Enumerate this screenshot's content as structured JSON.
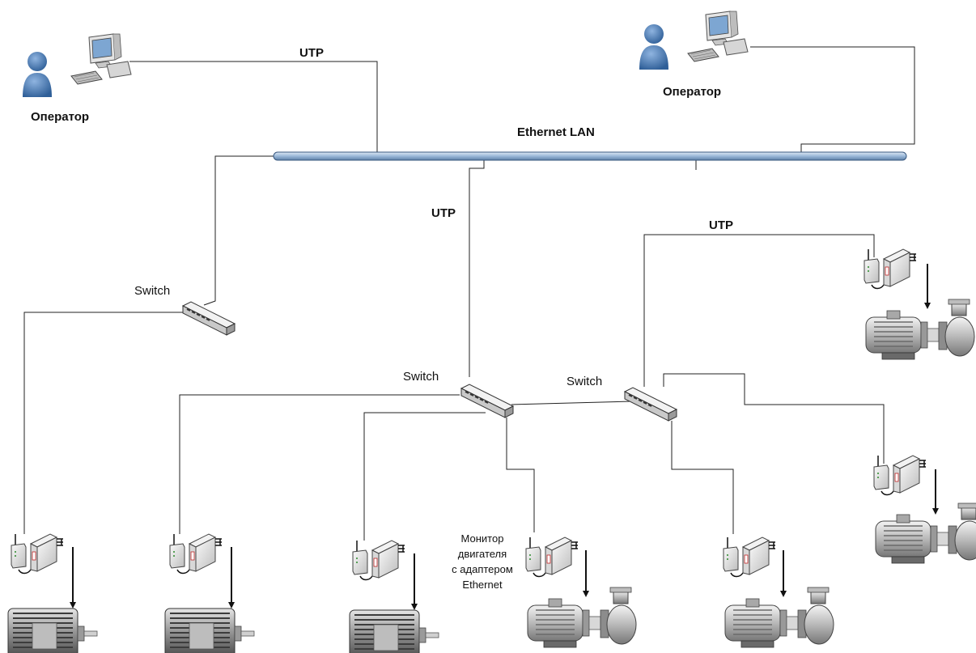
{
  "labels": {
    "utp_top": "UTP",
    "utp_mid": "UTP",
    "utp_right": "UTP",
    "ethernet_lan": "Ethernet LAN",
    "operator_left": "Оператор",
    "operator_right": "Оператор",
    "switch_left": "Switch",
    "switch_center": "Switch",
    "switch_right": "Switch",
    "monitor_line1": "Монитор",
    "monitor_line2": "двигателя",
    "monitor_line3": "с адаптером",
    "monitor_line4": "Ethernet"
  },
  "colors": {
    "bus": "#9ab8d8",
    "operator": "#4e83bd",
    "motor": "#8c8c8c",
    "wire": "#222222"
  },
  "icons": {
    "operator": "person-icon",
    "computer": "computer-icon",
    "switch": "network-switch-icon",
    "monitor": "motor-monitor-adapter-icon",
    "motor": "electric-motor-icon",
    "pump": "motor-pump-icon"
  }
}
